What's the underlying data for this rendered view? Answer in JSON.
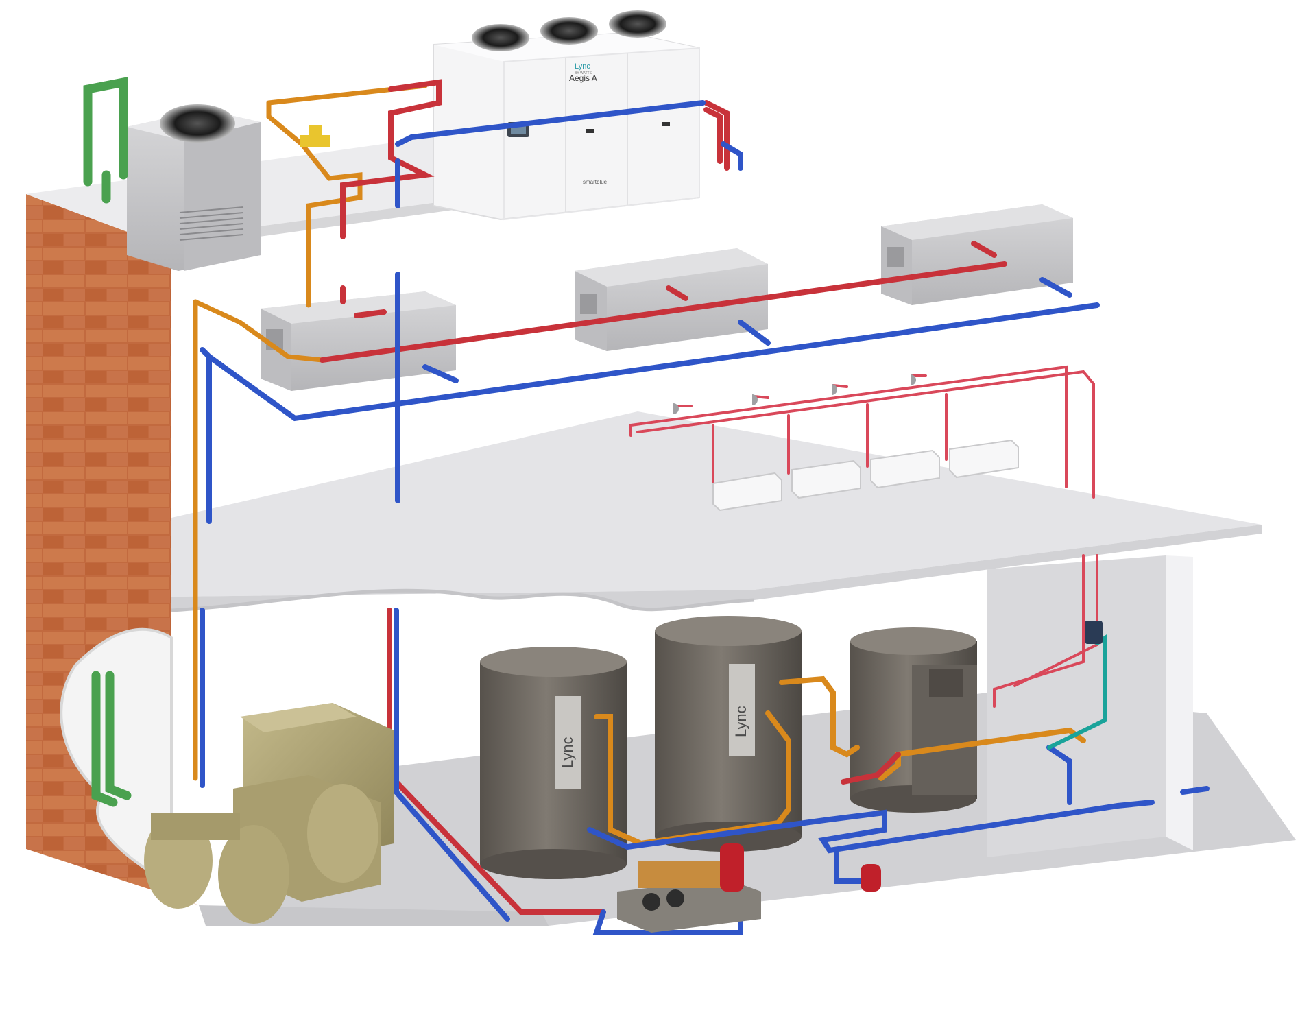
{
  "diagram": {
    "heat_pump_unit": {
      "brand": "Lync",
      "brand_sub": "BY WATTS",
      "model": "Aegis A",
      "footer_brand": "smartblue"
    },
    "tanks": [
      {
        "brand": "Lync"
      },
      {
        "brand": "Lync"
      }
    ],
    "pipe_colors": {
      "supply_hot": "#c8323a",
      "return_cold": "#2f55c8",
      "refrigerant": "#d9891c",
      "condenser_water": "#45a04c",
      "hot_return_loop": "#d9485a",
      "recirculation": "#1aa39a"
    },
    "materials": {
      "brick": "#c4693d",
      "floor_slab": "#e7e7ea",
      "tank_shell": "#6d6760",
      "chiller": "#b1a678",
      "duct_unit": "#c9c9cb"
    }
  }
}
